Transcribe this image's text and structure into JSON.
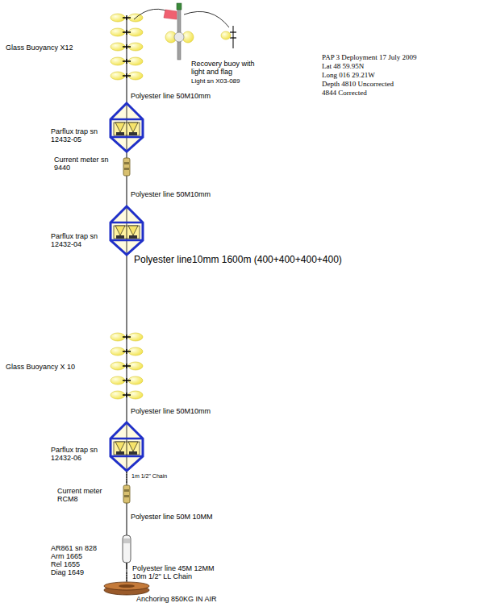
{
  "diagram": {
    "labels": [
      "Glass Buoyancy X12",
      "Recovery buoy with light and flag",
      "Light sn X03-089",
      "PAP 3 Deployment 17 July 2009",
      "Lat 48 59.95N",
      "Long 016 29.21W",
      "Depth 4810 Uncorrected",
      "4844 Corrected",
      "Polyester line 50M10mm",
      "Parflux trap sn 12432-05",
      "Current meter sn 9440",
      "Polyester line 50M10mm",
      "Parflux trap sn 12432-04",
      "Polyester line10mm 1600m (400+400+400+400)",
      "Glass Buoyancy X 10",
      "Polyester line 50M10mm",
      "Parflux trap sn 12432-06",
      "1m 1/2\" Chain",
      "Current meter RCM8",
      "Polyester line 50M 10MM",
      "AR861 sn 828",
      "Arm 1665",
      "Rel 1655",
      "Diag 1649",
      "Polyester line 45M 12MM",
      "10m 1/2\" LL Chain",
      "Anchoring 850KG IN AIR"
    ]
  }
}
